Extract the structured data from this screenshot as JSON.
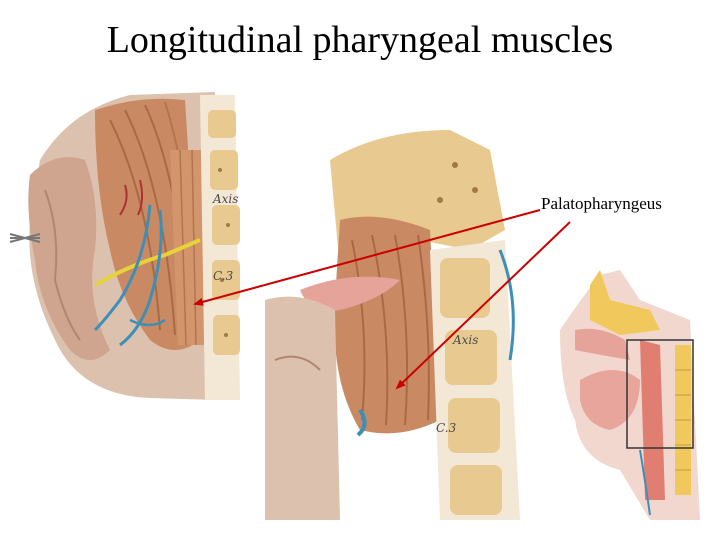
{
  "slide": {
    "title": "Longitudinal pharyngeal muscles"
  },
  "labels": {
    "palatopharyngeus": "Palatopharyngeus"
  },
  "illustration_1": {
    "vertebra_labels": [
      "Axis",
      "C.3"
    ]
  },
  "illustration_2": {
    "vertebra_labels": [
      "Axis",
      "C.3"
    ]
  },
  "colors": {
    "pointer": "#cc0000",
    "muscle": "#c98a63",
    "bone": "#e8c98f",
    "nerve": "#e6d23a",
    "vessel": "#3d8fb8",
    "mucosa": "#e6a39a"
  }
}
